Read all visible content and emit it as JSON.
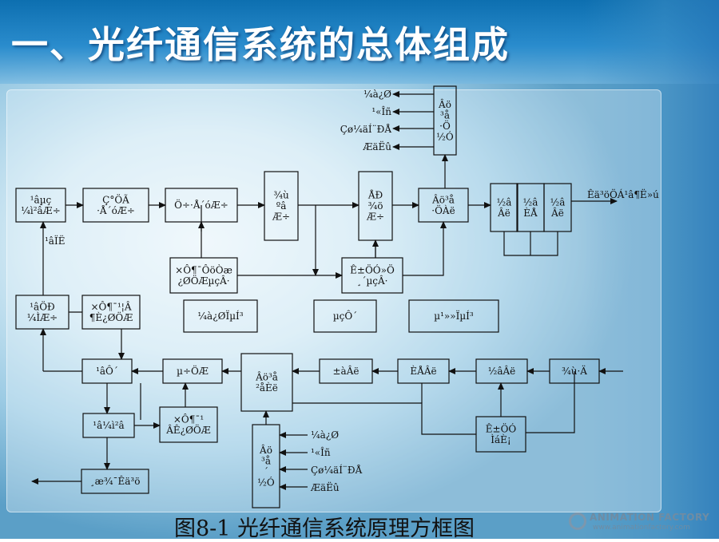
{
  "title": "一、光纤通信系统的总体组成",
  "caption": "图8-1  光纤通信系统原理方框图",
  "logo": {
    "name": "ANIMATION FACTORY",
    "url": "www.animationfactory.com"
  },
  "diagram": {
    "nodes": {
      "n1": [
        "¹âµç",
        "¼ì²âÆ÷"
      ],
      "n2": [
        "Ç°ÖÃ",
        "·Å´óÆ÷"
      ],
      "n3": [
        "Ö÷·Å´óÆ÷"
      ],
      "n4": [
        "¾ù",
        "ºâ",
        "Æ÷"
      ],
      "n5": [
        "ÅÐ",
        "¾ö",
        "Æ÷"
      ],
      "n6": [
        "Âö³å",
        "·ÖÀë"
      ],
      "n7": [
        "Âö",
        "³å",
        "·Ö",
        "½Ó"
      ],
      "n8": [
        "½â",
        "Âë"
      ],
      "n9": [
        "½â",
        "ÈÅ"
      ],
      "n10": [
        "½â",
        "Âë"
      ],
      "n11": [
        "×Ô¶¯ÔöÒæ",
        "¿ØÖÆµçÂ·"
      ],
      "n12": [
        "Ê±ÖÓ»Ö",
        "¸´µçÂ·"
      ],
      "n13": [
        "¹âÖÐ",
        "¼ÌÆ÷"
      ],
      "n14": [
        "×Ô¶¯¹¦Â",
        "¶È¿ØÖÆ"
      ],
      "n15": [
        "¼à¿ØÏµÍ³"
      ],
      "n16": [
        "µçÔ´"
      ],
      "n17": [
        "µ¹»»ÏµÍ³"
      ],
      "n18": [
        "¹âÔ´"
      ],
      "n19": [
        "µ÷ÖÆ"
      ],
      "n20": [
        "Âö³å",
        "²åÈë"
      ],
      "n21": [
        "±àÂë"
      ],
      "n22": [
        "ÈÅÂë"
      ],
      "n23": [
        "½âÂë"
      ],
      "n24": [
        "¾ù·Ä"
      ],
      "n25": [
        "Ê±ÖÓ",
        "ÌáÈ¡"
      ],
      "n26": [
        "¹â¼ì²â"
      ],
      "n27": [
        "×Ô¶¯¹",
        "ÂÊ¿ØÖÆ"
      ],
      "n28": [
        "Âö",
        "³å",
        "´",
        "½Ó"
      ],
      "n29": [
        "¸æ¾¯Êä³ö"
      ]
    },
    "labels": {
      "n1_side": "¹âÏË",
      "out_right": "Êä³öÖÁ¹â¶Ë»ú",
      "top_outputs": [
        "¼à¿Ø",
        "¹«Îñ",
        "Çø¼äÍ¨ÐÅ",
        "ÆäËû"
      ],
      "bottom_inputs": [
        "¼à¿Ø",
        "¹«Îñ",
        "Çø¼äÍ¨ÐÅ",
        "ÆäËû"
      ]
    }
  }
}
